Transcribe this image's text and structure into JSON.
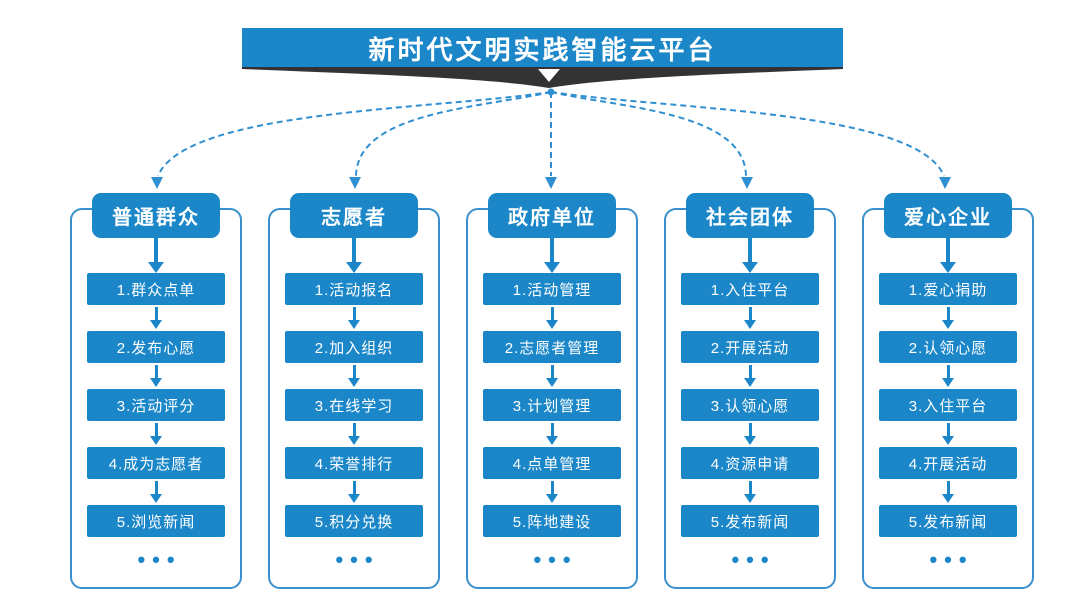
{
  "title": "新时代文明实践智能云平台",
  "ellipsis": "•••",
  "colors": {
    "primary_blue": "#1b87c9",
    "connector_blue": "#2f8fd1",
    "outline_blue": "#3a8fcd",
    "ribbon_dark": "#333333",
    "text_white": "#ffffff"
  },
  "columns": [
    {
      "header": "普通群众",
      "steps": [
        "1.群众点单",
        "2.发布心愿",
        "3.活动评分",
        "4.成为志愿者",
        "5.浏览新闻"
      ]
    },
    {
      "header": "志愿者",
      "steps": [
        "1.活动报名",
        "2.加入组织",
        "3.在线学习",
        "4.荣誉排行",
        "5.积分兑换"
      ]
    },
    {
      "header": "政府单位",
      "steps": [
        "1.活动管理",
        "2.志愿者管理",
        "3.计划管理",
        "4.点单管理",
        "5.阵地建设"
      ]
    },
    {
      "header": "社会团体",
      "steps": [
        "1.入住平台",
        "2.开展活动",
        "3.认领心愿",
        "4.资源申请",
        "5.发布新闻"
      ]
    },
    {
      "header": "爱心企业",
      "steps": [
        "1.爱心捐助",
        "2.认领心愿",
        "3.入住平台",
        "4.开展活动",
        "5.发布新闻"
      ]
    }
  ]
}
